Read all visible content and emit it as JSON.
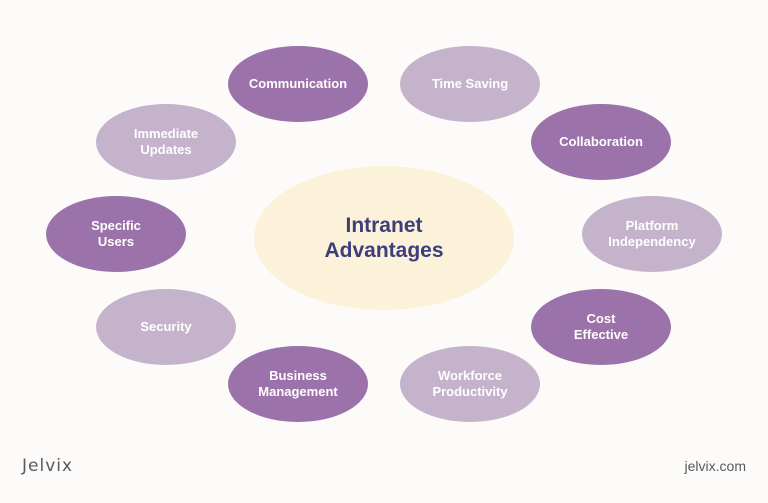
{
  "center": {
    "text": "Intranet\nAdvantages"
  },
  "nodes": {
    "communication": "Communication",
    "time_saving": "Time Saving",
    "immediate_updates": "Immediate\nUpdates",
    "collaboration": "Collaboration",
    "specific_users": "Specific\nUsers",
    "platform_independency": "Platform\nIndependency",
    "security": "Security",
    "cost_effective": "Cost\nEffective",
    "business_management": "Business\nManagement",
    "workforce_productivity": "Workforce\nProductivity"
  },
  "footer": {
    "brand": "Jelvix",
    "site": "jelvix.com"
  },
  "colors": {
    "dark_bubble": "#9b72a9",
    "light_bubble": "#c5b3cc",
    "center_fill": "#fcf1d9",
    "center_text": "#3b3f7c"
  }
}
